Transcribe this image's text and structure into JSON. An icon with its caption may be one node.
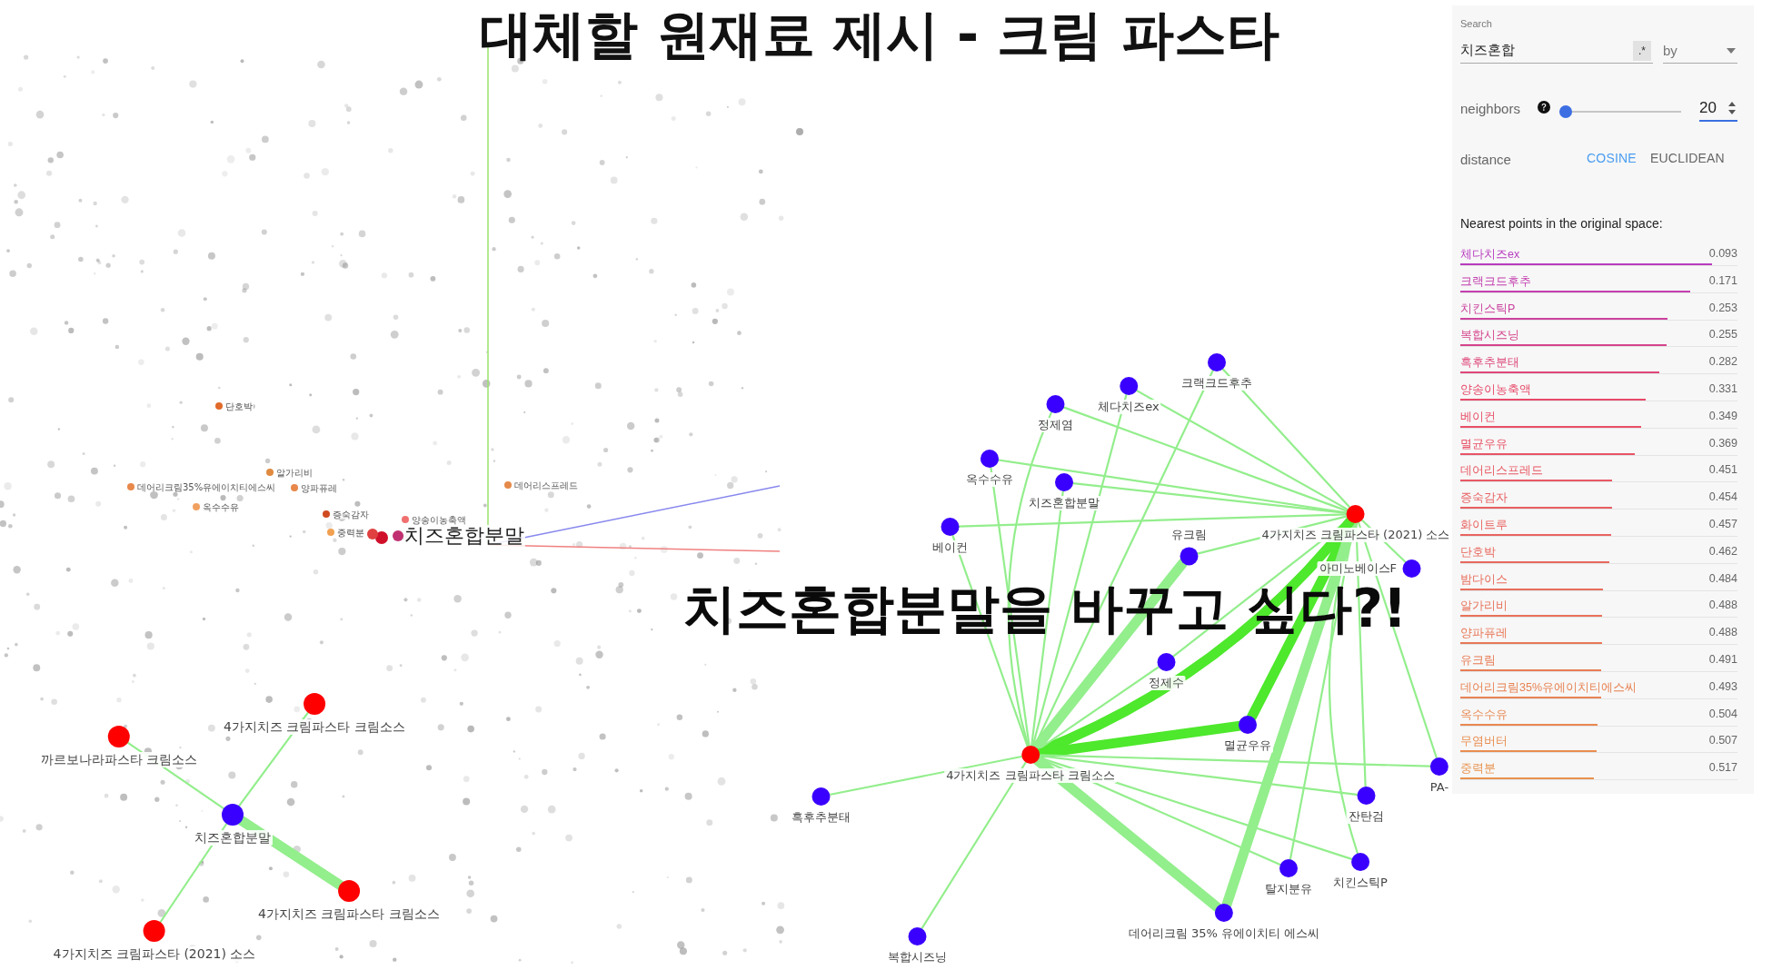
{
  "diagram": {
    "title": "대체할 원재료 제시 - 크림 파스타",
    "nodes": [
      {
        "text": [
          "까르보나라파스타 크림소스"
        ]
      },
      {
        "text": [
          "4가지치즈 크림파스타 크림소스"
        ]
      },
      {
        "text": [
          "치즈혼합분말"
        ]
      },
      {
        "text": [
          "4가지치즈 크림파스타 크림소스"
        ]
      },
      {
        "text": [
          "4가지치즈 크림파스타 (2021) 소스"
        ]
      },
      {
        "text": [
          "크랙크드후추"
        ]
      },
      {
        "text": [
          "체다치즈ex"
        ]
      },
      {
        "text": [
          "정제염"
        ]
      },
      {
        "text": [
          "옥수수유"
        ]
      },
      {
        "text": [
          "치즈혼합분말"
        ]
      },
      {
        "text": [
          "4가지치즈 크림파스타 (2021) 소스"
        ]
      },
      {
        "text": [
          "베이컨"
        ]
      },
      {
        "text": [
          "유크림"
        ]
      },
      {
        "text": [
          "아미노베이스F"
        ]
      },
      {
        "text": [
          "정제수"
        ]
      },
      {
        "text": [
          "멸균우유"
        ]
      },
      {
        "text": [
          "4가지치즈 크림파스타 크림소스"
        ]
      },
      {
        "text": [
          "PA-"
        ]
      },
      {
        "text": [
          "흑후추분태"
        ]
      },
      {
        "text": [
          "잔탄검"
        ]
      },
      {
        "text": [
          "치킨스틱P"
        ]
      },
      {
        "text": [
          "탈지분유"
        ]
      },
      {
        "text": [
          "데어리크림 35% 유에이치티 에스씨"
        ]
      },
      {
        "text": [
          "복합시즈닝"
        ]
      }
    ],
    "edges": [
      {
        "from": 2,
        "to": 0,
        "arrow": "none"
      },
      {
        "from": 2,
        "to": 1,
        "arrow": "none"
      },
      {
        "from": 2,
        "to": 3,
        "arrow": "none",
        "style": "thick"
      },
      {
        "from": 2,
        "to": 4,
        "arrow": "none"
      },
      {
        "from": 10,
        "to": 5,
        "arrow": "none"
      },
      {
        "from": 10,
        "to": 6,
        "arrow": "none"
      },
      {
        "from": 10,
        "to": 7,
        "arrow": "none"
      },
      {
        "from": 10,
        "to": 8,
        "arrow": "none"
      },
      {
        "from": 10,
        "to": 9,
        "arrow": "none"
      },
      {
        "from": 10,
        "to": 11,
        "arrow": "none"
      },
      {
        "from": 10,
        "to": 12,
        "arrow": "none"
      },
      {
        "from": 10,
        "to": 13,
        "arrow": "none"
      },
      {
        "from": 10,
        "to": 14,
        "arrow": "none"
      },
      {
        "from": 10,
        "to": 15,
        "arrow": "none",
        "style": "thick",
        "color": "#4ee82c"
      },
      {
        "from": 10,
        "to": 17,
        "arrow": "none"
      },
      {
        "from": 10,
        "to": 19,
        "arrow": "none"
      },
      {
        "from": 10,
        "to": 20,
        "arrow": "none"
      },
      {
        "from": 10,
        "to": 21,
        "arrow": "none"
      },
      {
        "from": 10,
        "to": 22,
        "arrow": "none",
        "style": "thick"
      },
      {
        "from": 16,
        "to": 10,
        "arrow": "none",
        "style": "thick",
        "color": "#4ee82c"
      },
      {
        "from": 16,
        "to": 5,
        "arrow": "none"
      },
      {
        "from": 16,
        "to": 6,
        "arrow": "none"
      },
      {
        "from": 16,
        "to": 7,
        "arrow": "none"
      },
      {
        "from": 16,
        "to": 8,
        "arrow": "none"
      },
      {
        "from": 16,
        "to": 9,
        "arrow": "none"
      },
      {
        "from": 16,
        "to": 11,
        "arrow": "none"
      },
      {
        "from": 16,
        "to": 12,
        "arrow": "none",
        "style": "thick"
      },
      {
        "from": 16,
        "to": 14,
        "arrow": "none"
      },
      {
        "from": 16,
        "to": 15,
        "arrow": "none",
        "style": "thick",
        "color": "#4ee82c"
      },
      {
        "from": 16,
        "to": 17,
        "arrow": "none"
      },
      {
        "from": 16,
        "to": 18,
        "arrow": "none"
      },
      {
        "from": 16,
        "to": 19,
        "arrow": "none"
      },
      {
        "from": 16,
        "to": 20,
        "arrow": "none"
      },
      {
        "from": 16,
        "to": 21,
        "arrow": "none"
      },
      {
        "from": 16,
        "to": 22,
        "arrow": "none",
        "style": "thick"
      },
      {
        "from": 16,
        "to": 23,
        "arrow": "none"
      }
    ],
    "labels": [
      "단호박",
      "알가리비",
      "데어리크림35%유에이치티에스씨",
      "양파퓨레",
      "데어리스프레드",
      "옥수수유",
      "증숙감자",
      "양송이농축액",
      "중력분",
      "치즈혼합분말",
      "치즈혼합분말을 바꾸고 싶다?!",
      "Search",
      "치즈혼합",
      ".*",
      "by",
      "neighbors",
      "20",
      "distance",
      "COSINE",
      "EUCLIDEAN",
      "Nearest points in the original space:",
      "체다치즈ex",
      "0.093",
      "크랙크드후추",
      "0.171",
      "치킨스틱P",
      "0.253",
      "복합시즈닝",
      "0.255",
      "흑후추분태",
      "0.282",
      "양송이농축액",
      "0.331",
      "베이컨",
      "0.349",
      "멸균우유",
      "0.369",
      "데어리스프레드",
      "0.451",
      "증숙감자",
      "0.454",
      "화이트루",
      "0.457",
      "단호박",
      "0.462",
      "밤다이스",
      "0.484",
      "알가리비",
      "0.488",
      "양파퓨레",
      "0.488",
      "유크림",
      "0.491",
      "데어리크림35%유에이치티에스씨",
      "0.493",
      "옥수수유",
      "0.504",
      "무염버터",
      "0.507",
      "중력분",
      "0.517"
    ]
  }
}
